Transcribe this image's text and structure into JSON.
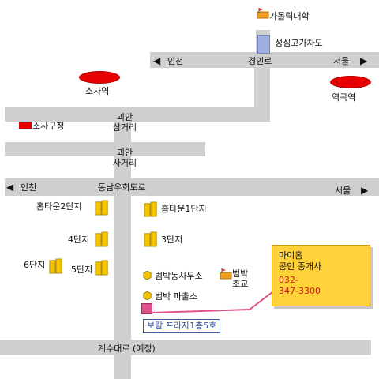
{
  "landmarks": {
    "catholic_univ": "가톨릭대학",
    "overpass": "성심고가차도",
    "sosa_station": "소사역",
    "yeokgok_station": "역곡역",
    "sosa_office": "소사구청",
    "beombak_office": "범박동사무소",
    "beombak_police": "범박 파출소",
    "beombak_school": "범박\n초교"
  },
  "roads": {
    "gyeongin_road": "경인로",
    "dongnam_road": "동남우회도로",
    "gyesu_road": "계수대로 (예정)"
  },
  "directions": {
    "incheon_top": "인천",
    "seoul_top": "서울",
    "incheon_mid": "인천",
    "seoul_mid": "서울"
  },
  "intersections": {
    "goean_sam": "괴안\n삼거리",
    "goean_sa": "괴안\n사거리"
  },
  "apartments": {
    "hometown2": "홈타운2단지",
    "hometown1": "홈타운1단지",
    "apt4": "4단지",
    "apt3": "3단지",
    "apt6": "6단지",
    "apt5": "5단지"
  },
  "office": {
    "building": "보람 프라자1층5호",
    "name": "마이홈",
    "type": "공인 중개사",
    "phone_1": "032-",
    "phone_2": "347-3300"
  },
  "colors": {
    "road": "#cfcfcf",
    "station": "#e60000",
    "info_box": "#ffd23a",
    "apartment": "#f2c500",
    "building_box_text": "#2d4aa0"
  }
}
